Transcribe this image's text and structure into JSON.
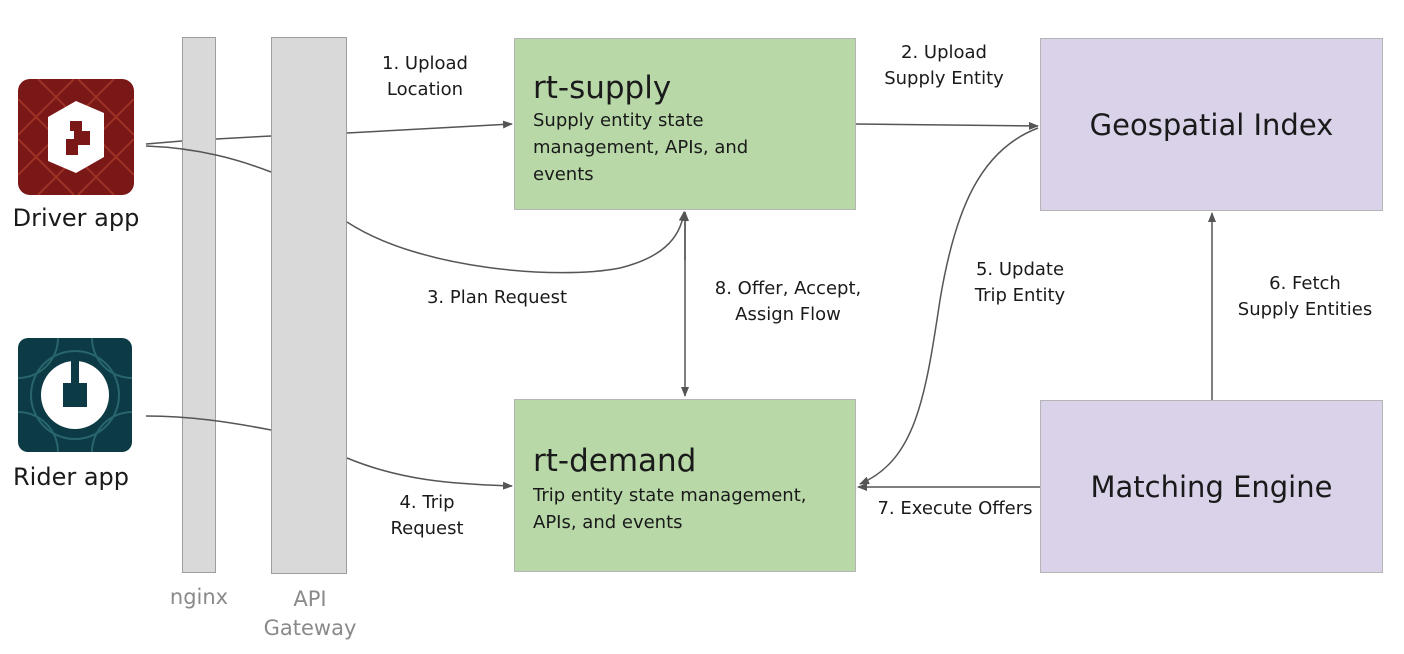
{
  "apps": {
    "driver": {
      "label": "Driver app",
      "icon": "driver-app-icon"
    },
    "rider": {
      "label": "Rider app",
      "icon": "rider-app-icon"
    }
  },
  "layers": {
    "nginx": "nginx",
    "gateway_line1": "API",
    "gateway_line2": "Gateway"
  },
  "boxes": {
    "rt_supply": {
      "title": "rt-supply",
      "desc": [
        "Supply entity state",
        "management, APIs, and",
        "events"
      ]
    },
    "rt_demand": {
      "title": "rt-demand",
      "desc": [
        "Trip entity state management,",
        "APIs, and events"
      ]
    },
    "geo_index": {
      "title": "Geospatial Index"
    },
    "matching": {
      "title": "Matching Engine"
    }
  },
  "flows": {
    "f1": [
      "1.  Upload",
      "Location"
    ],
    "f2": [
      "2.  Upload",
      "Supply Entity"
    ],
    "f3": [
      "3.  Plan Request"
    ],
    "f4": [
      "4. Trip",
      "Request"
    ],
    "f5": [
      "5. Update",
      "Trip Entity"
    ],
    "f6": [
      "6. Fetch",
      "Supply Entities"
    ],
    "f7": [
      "7. Execute Offers"
    ],
    "f8": [
      "8. Offer, Accept,",
      "Assign Flow"
    ]
  },
  "colors": {
    "supply_demand_fill": "#b8d8a8",
    "index_engine_fill": "#d9d2e9",
    "driver_icon": "#8b1a1a",
    "rider_icon": "#0d3b45",
    "arrow": "#555555"
  }
}
